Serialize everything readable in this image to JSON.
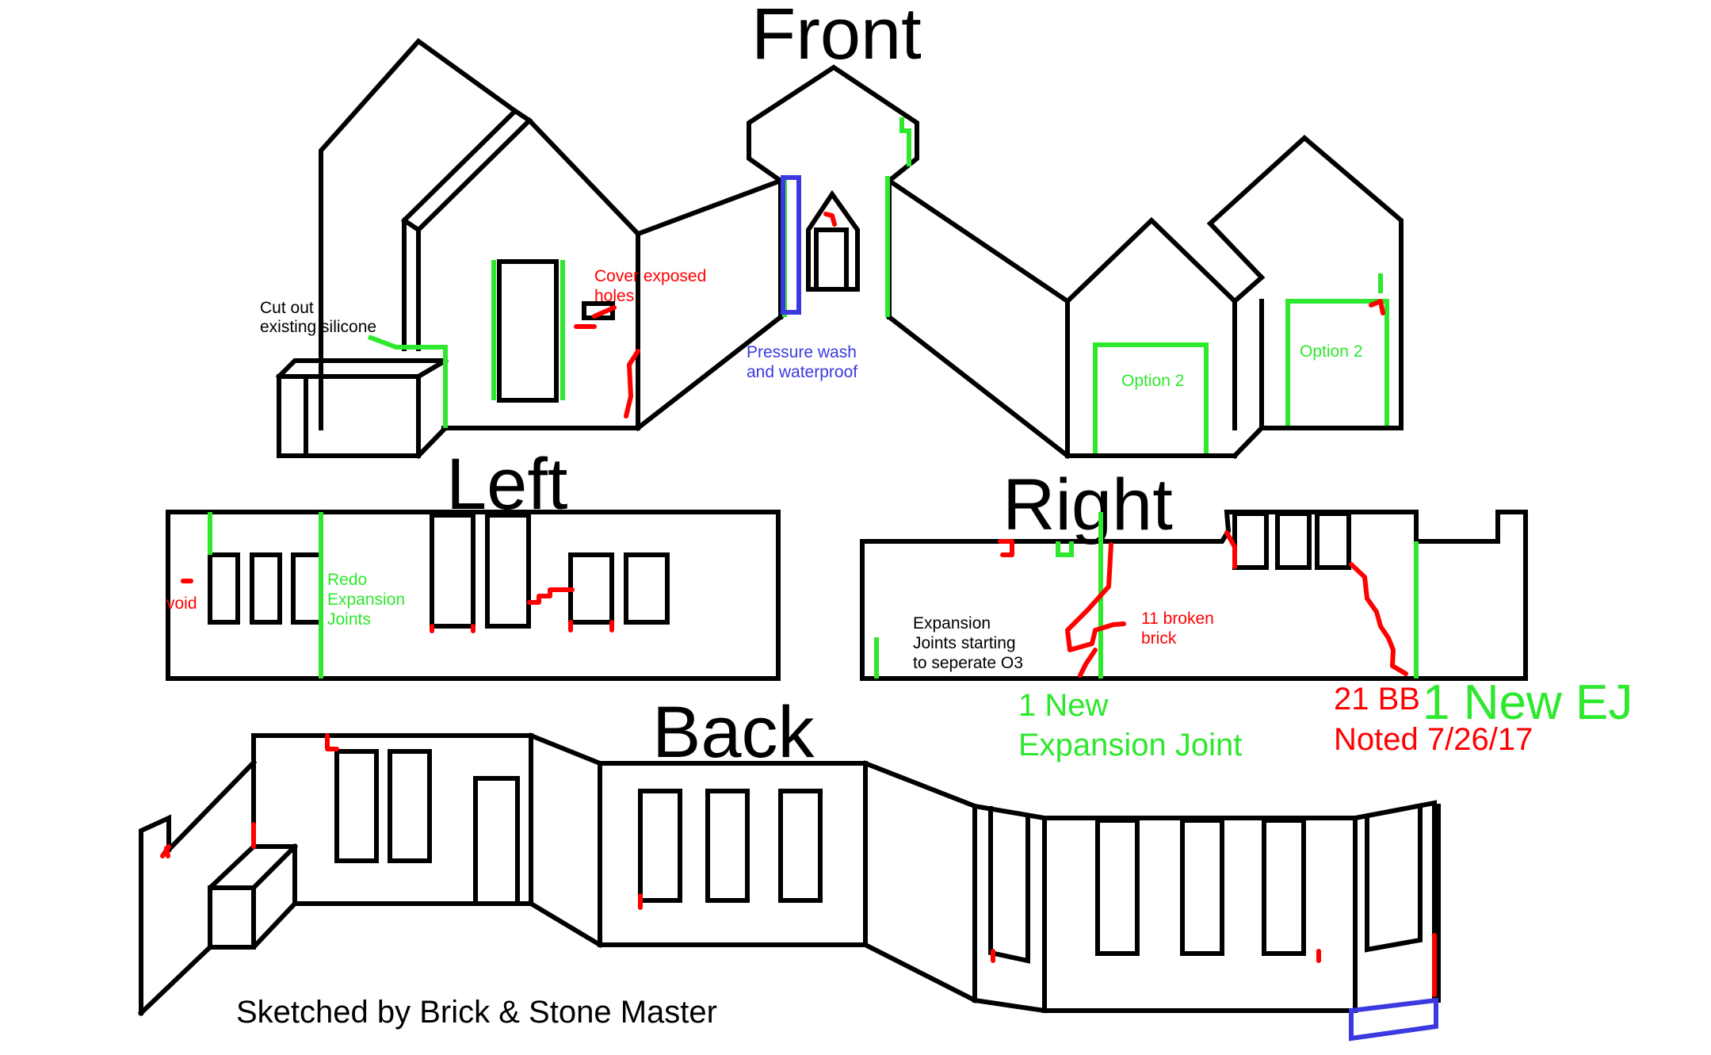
{
  "views": {
    "front": "Front",
    "left": "Left",
    "right": "Right",
    "back": "Back"
  },
  "notes": {
    "cut_out_line1": "Cut out",
    "cut_out_line2": "existing silicone",
    "cover_holes_line1": "Cover exposed",
    "cover_holes_line2": "holes",
    "pressure_wash_line1": "Pressure wash",
    "pressure_wash_line2": "and waterproof",
    "option2_a": "Option 2",
    "option2_b": "Option 2",
    "void": "void",
    "redo_line1": "Redo",
    "redo_line2": "Expansion",
    "redo_line3": "Joints",
    "expansion_line1": "Expansion",
    "expansion_line2": "Joints starting",
    "expansion_line3": "to seperate O3",
    "broken_line1": "11 broken",
    "broken_line2": "brick",
    "new_joint_line1": "1 New",
    "new_joint_line2": "Expansion Joint",
    "bb_line1": "21 BB",
    "bb_line2": "Noted 7/26/17",
    "new_ej": "1 New EJ"
  },
  "signature": "Sketched by Brick & Stone Master",
  "legend_colors": {
    "structure": "#000000",
    "expansion_joint": "#2de82d",
    "damage": "#ff0000",
    "waterproof": "#3a3ae0"
  }
}
